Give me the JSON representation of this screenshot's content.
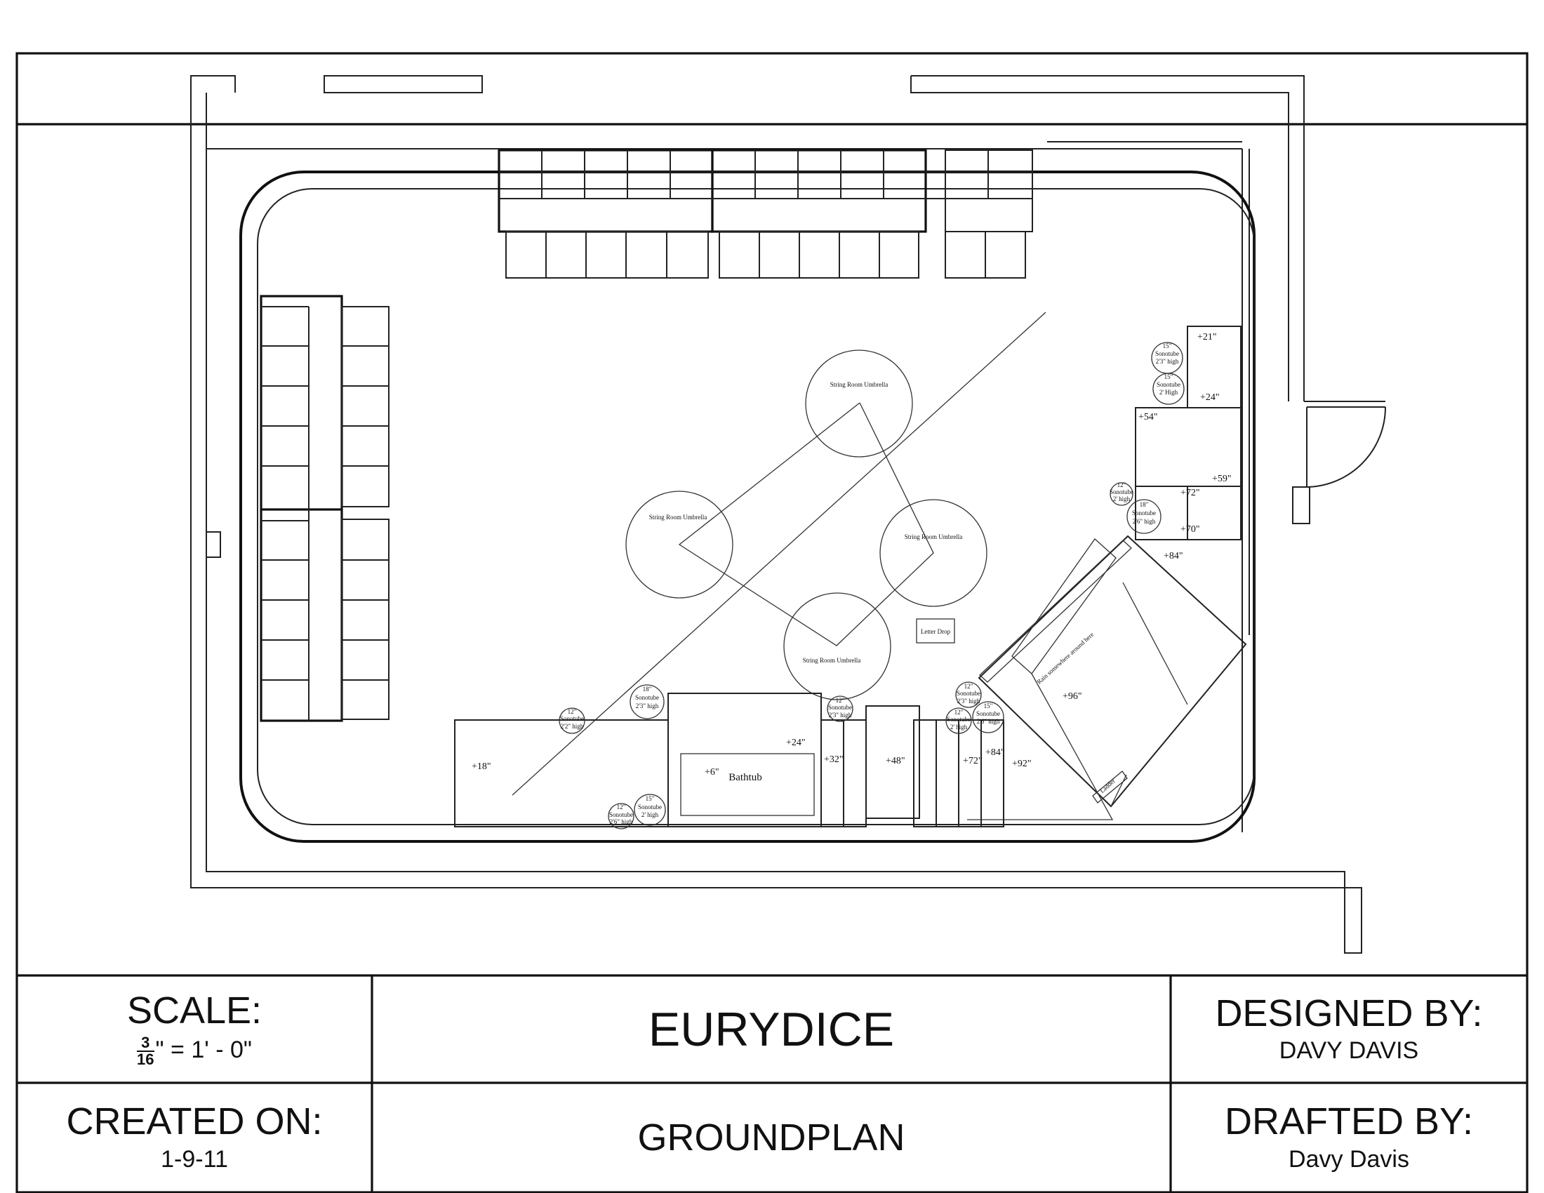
{
  "title_block": {
    "scale_label": "SCALE:",
    "scale_numerator": "3",
    "scale_denominator": "16",
    "scale_rest": "\" = 1' - 0\"",
    "production": "EURYDICE",
    "drawing": "GROUNDPLAN",
    "designed_label": "DESIGNED BY:",
    "designer": "DAVY DAVIS",
    "created_label": "CREATED ON:",
    "created_date": "1-9-11",
    "drafted_label": "DRAFTED BY:",
    "drafter": "Davy Davis"
  },
  "plan": {
    "umbrellas": [
      "String Room Umbrella",
      "String Room Umbrella",
      "String Room Umbrella",
      "String Room Umbrella"
    ],
    "letter_drop": "Letter Drop",
    "bathtub": "Bathtub",
    "ladder": "Ladder",
    "rain_note": "Rain somewhere around here",
    "heights": [
      "+21\"",
      "+24\"",
      "+54\"",
      "+59\"",
      "+72\"",
      "+70\"",
      "+84\"",
      "+96\"",
      "+18\"",
      "+24\"",
      "+6\"",
      "+32\"",
      "+48\"",
      "+72\"",
      "+84\"",
      "+92\""
    ],
    "sonotubes": [
      {
        "size": "15\"",
        "type": "Sonotube",
        "height": "2'3\" high"
      },
      {
        "size": "15\"",
        "type": "Sonotube",
        "height": "2' High"
      },
      {
        "size": "12\"",
        "type": "Sonotube",
        "height": "2' high"
      },
      {
        "size": "18\"",
        "type": "Sonotube",
        "height": "2'6\" high"
      },
      {
        "size": "12\"",
        "type": "Sonotube",
        "height": "2'2\" high"
      },
      {
        "size": "18\"",
        "type": "Sonotube",
        "height": "2'3\" high"
      },
      {
        "size": "12\"",
        "type": "Sonotube",
        "height": "2'3\" high"
      },
      {
        "size": "12\"",
        "type": "Sonotube",
        "height": "2'3\" high"
      },
      {
        "size": "12\"",
        "type": "Sonotube",
        "height": "2' high"
      },
      {
        "size": "15\"",
        "type": "Sonotube",
        "height": "2'6\" high"
      },
      {
        "size": "12\"",
        "type": "Sonotube",
        "height": "2'6\" high"
      },
      {
        "size": "15\"",
        "type": "Sonotube",
        "height": "2' high"
      }
    ]
  }
}
